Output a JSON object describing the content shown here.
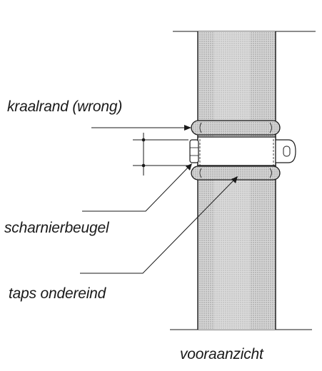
{
  "labels": {
    "kraalrand": "kraalrand (wrong)",
    "scharnierbeugel": "scharnierbeugel",
    "taps_ondereind": "taps ondereind",
    "view": "vooraanzicht"
  },
  "colors": {
    "ink": "#1a1a1a",
    "tube_shading": "#bdbdbd",
    "tube_core": "#cfcfcf",
    "band_fill": "#ffffff"
  }
}
